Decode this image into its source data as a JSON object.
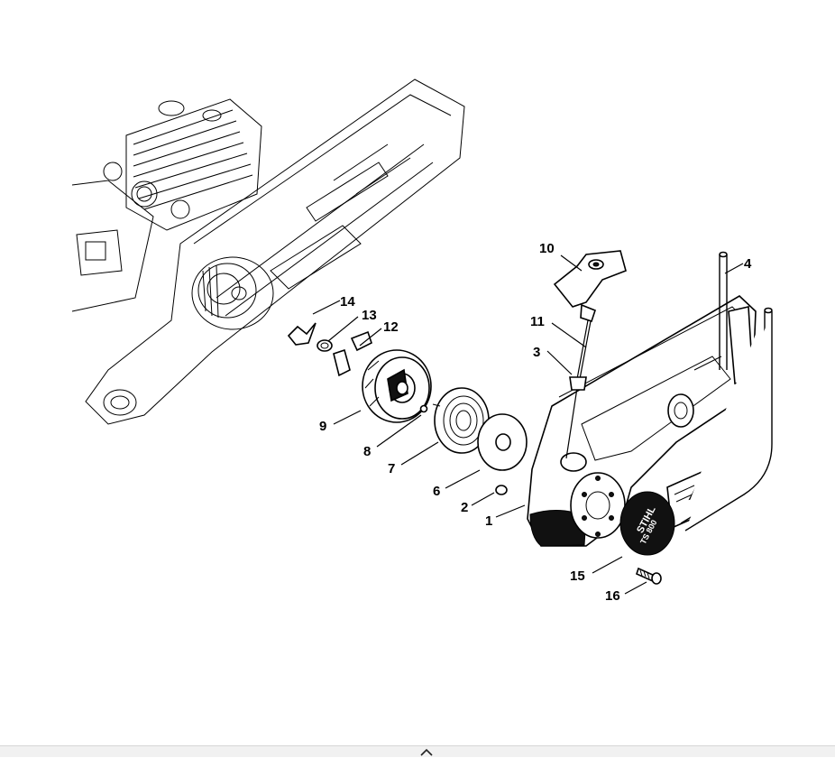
{
  "diagram": {
    "callouts": [
      "1",
      "2",
      "3",
      "4",
      "6",
      "7",
      "8",
      "9",
      "10",
      "11",
      "12",
      "13",
      "14",
      "15",
      "16"
    ],
    "badge_brand": "STIHL",
    "badge_model": "TS 800"
  },
  "bottom_bar": {
    "toggle_icon": "chevron-up-icon"
  }
}
